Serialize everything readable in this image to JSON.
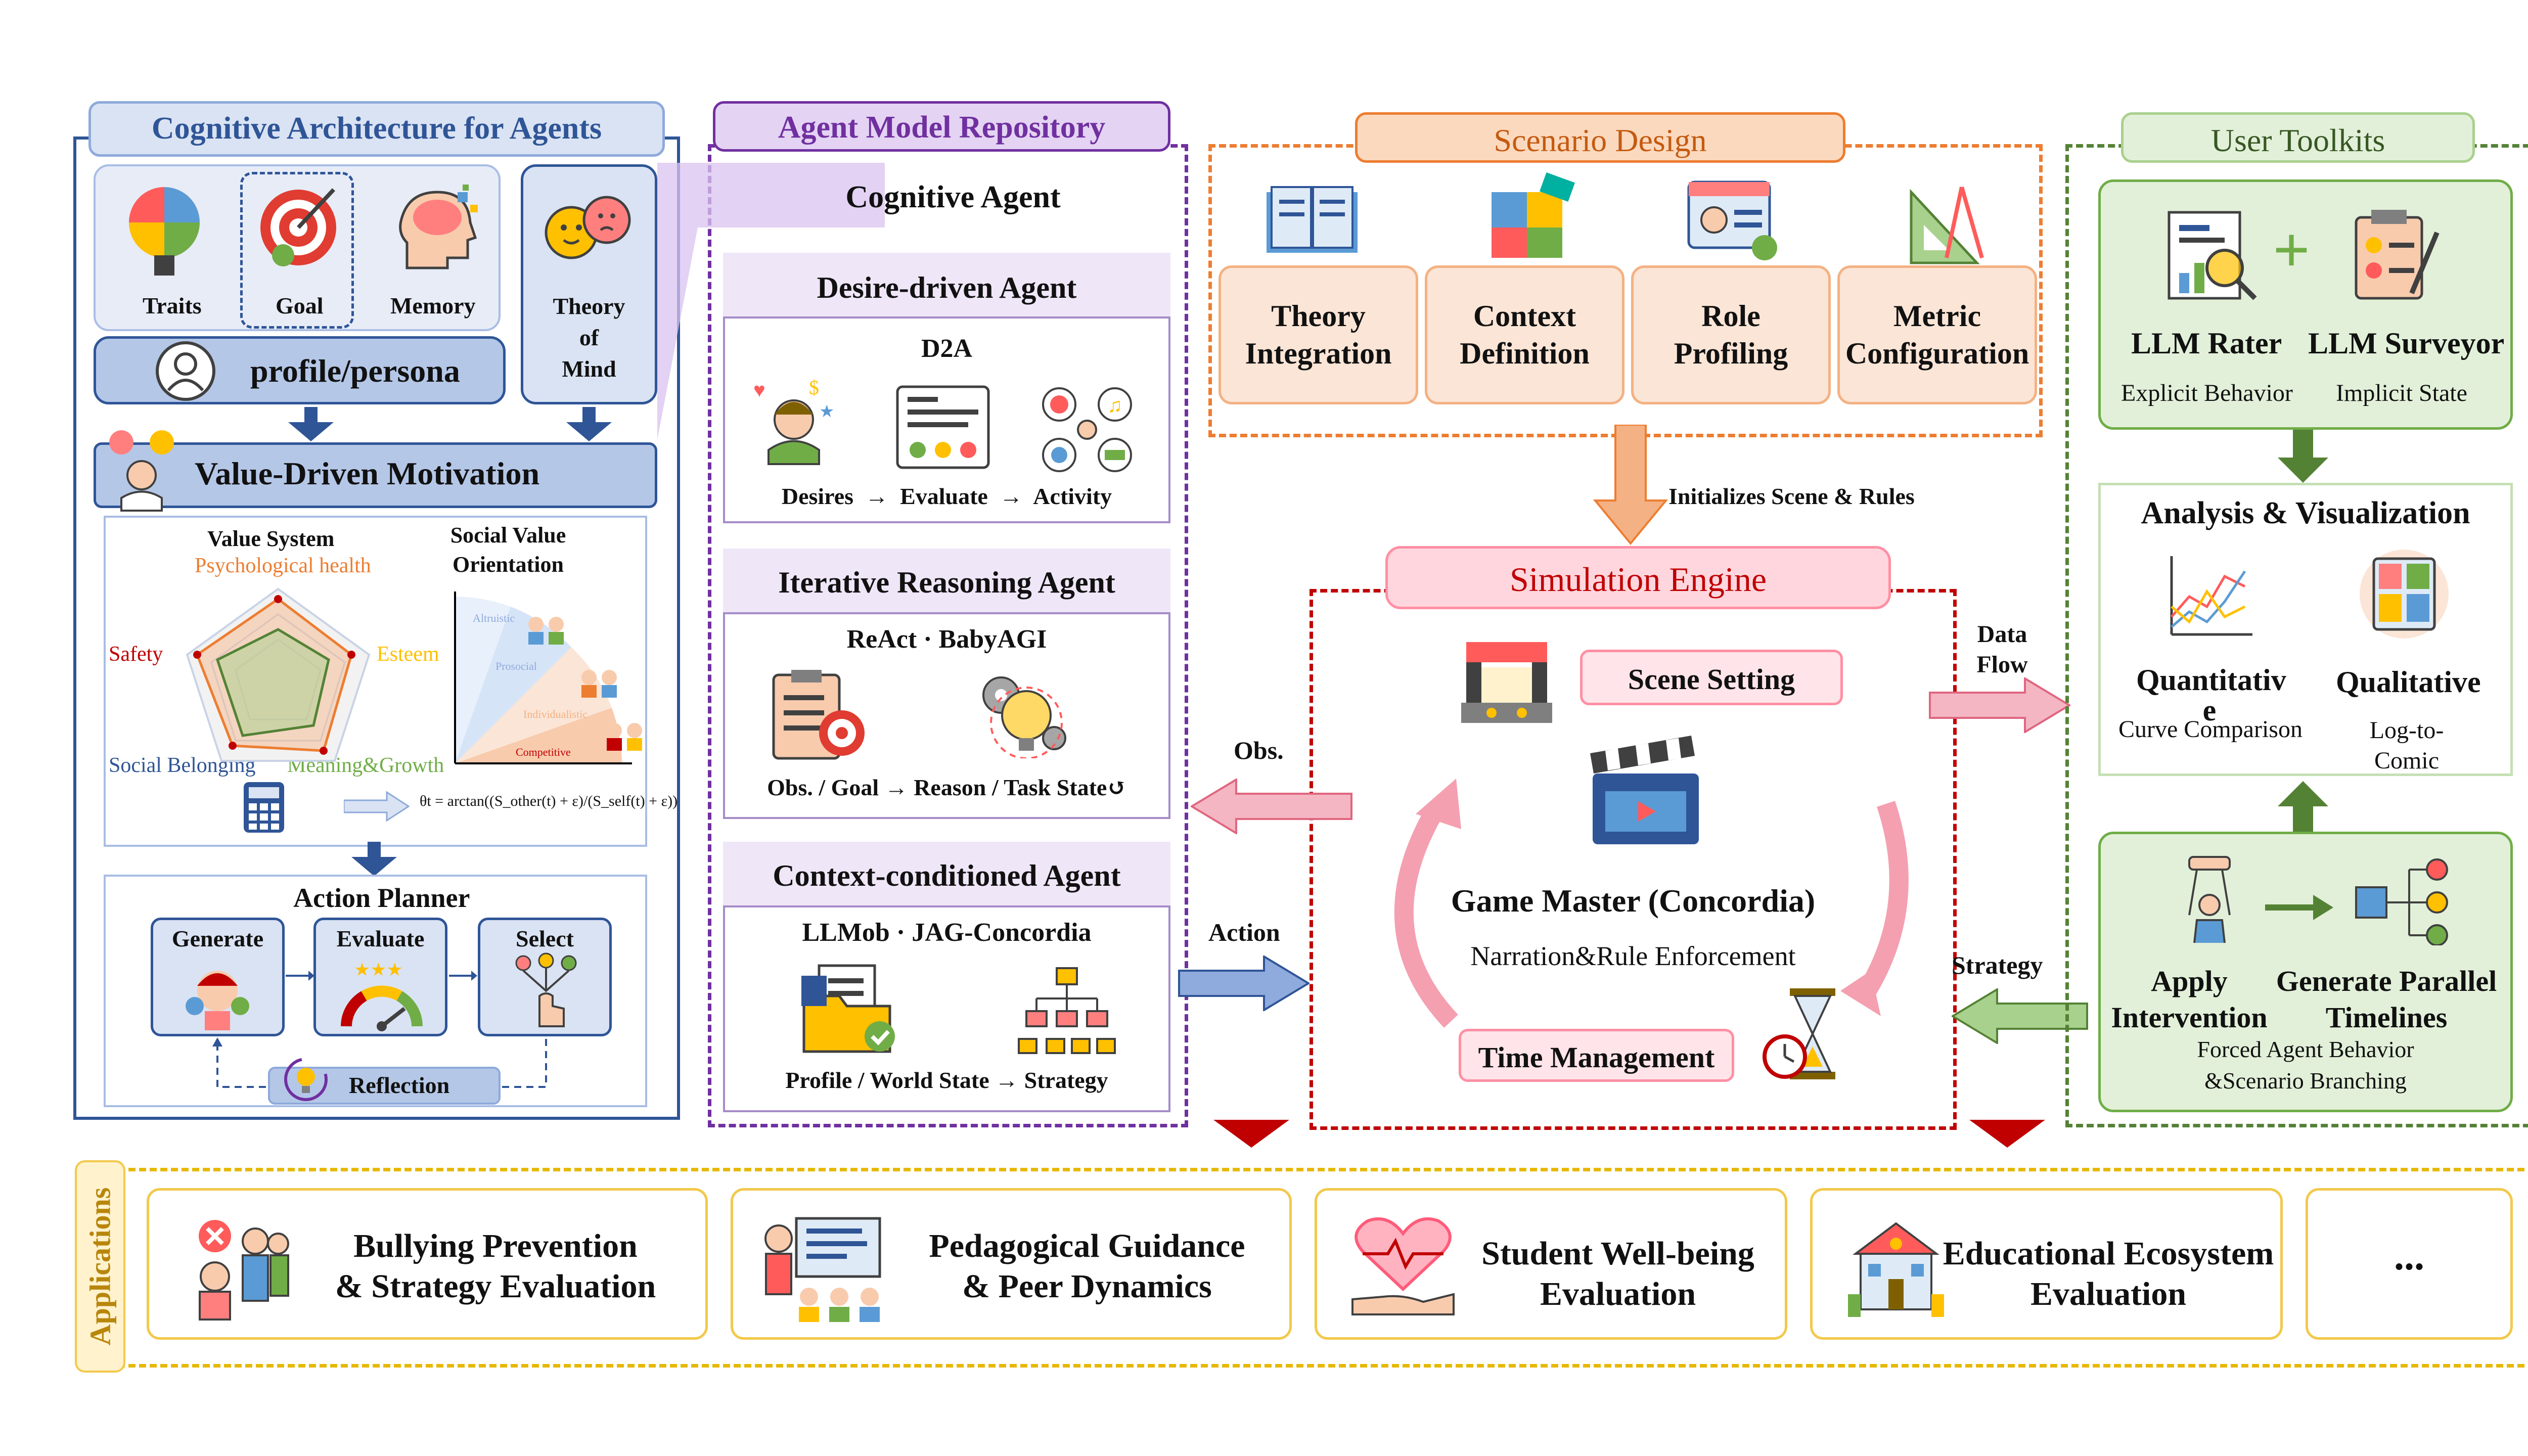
{
  "cognitive": {
    "title": "Cognitive Architecture for Agents",
    "traits": "Traits",
    "goal": "Goal",
    "memory": "Memory",
    "tom": "Theory\nof\nMind",
    "profile": "profile/persona",
    "value_motivation": "Value-Driven Motivation",
    "value_system": "Value System",
    "psych_health": "Psychological health",
    "safety": "Safety",
    "esteem": "Esteem",
    "social_belonging": "Social Belonging",
    "meaning": "Meaning&Growth",
    "svo": "Social Value\nOrientation",
    "altruistic": "Altruistic",
    "prosocial": "Prosocial",
    "individualistic": "Individualistic",
    "competitive": "Competitive",
    "formula": "θt = arctan((S_other(t) + ε)/(S_self(t) + ε))",
    "action_planner": "Action Planner",
    "generate": "Generate",
    "evaluate": "Evaluate",
    "select": "Select",
    "reflection": "Reflection"
  },
  "repository": {
    "title": "Agent Model Repository",
    "cognitive_agent": "Cognitive Agent",
    "desire_title": "Desire-driven Agent",
    "d2a": "D2A",
    "desire_flow": "Desires  →  Evaluate  →  Activity",
    "iterative_title": "Iterative Reasoning Agent",
    "react": "ReAct · BabyAGI",
    "iterative_flow": "Obs. / Goal → Reason / Task State↺",
    "context_title": "Context-conditioned Agent",
    "llmob": "LLMob · JAG-Concordia",
    "context_flow": "Profile / World State → Strategy"
  },
  "scenario": {
    "title": "Scenario Design",
    "cards": [
      "Theory\nIntegration",
      "Context\nDefinition",
      "Role\nProfiling",
      "Metric\nConfiguration"
    ],
    "initializes": "Initializes Scene & Rules"
  },
  "engine": {
    "title": "Simulation Engine",
    "scene_setting": "Scene Setting",
    "gm": "Game Master (Concordia)",
    "narration": "Narration&Rule Enforcement",
    "time": "Time Management",
    "obs": "Obs.",
    "action": "Action",
    "data_flow": "Data\nFlow",
    "strategy": "Strategy"
  },
  "toolkits": {
    "title": "User Toolkits",
    "llm_rater": "LLM Rater",
    "llm_surveyor": "LLM Surveyor",
    "explicit": "Explicit Behavior",
    "implicit": "Implicit State",
    "analysis": "Analysis & Visualization",
    "quantitative": "Quantitativ\ne",
    "qualitative": "Qualitative",
    "curve": "Curve Comparison",
    "log_comic": "Log-to-\nComic",
    "apply": "Apply\nIntervention",
    "parallel": "Generate Parallel\nTimelines",
    "forced": "Forced Agent Behavior\n&Scenario Branching"
  },
  "applications": {
    "title": "Applications",
    "items": [
      "Bullying Prevention\n& Strategy Evaluation",
      "Pedagogical Guidance\n& Peer Dynamics",
      "Student Well-being\nEvaluation",
      "Educational Ecosystem\nEvaluation",
      "..."
    ]
  },
  "colors": {
    "blue": "#2f5597",
    "purple": "#7030a0",
    "orange": "#ed7d31",
    "red": "#c00000",
    "green": "#548235",
    "gold": "#e6b800"
  }
}
